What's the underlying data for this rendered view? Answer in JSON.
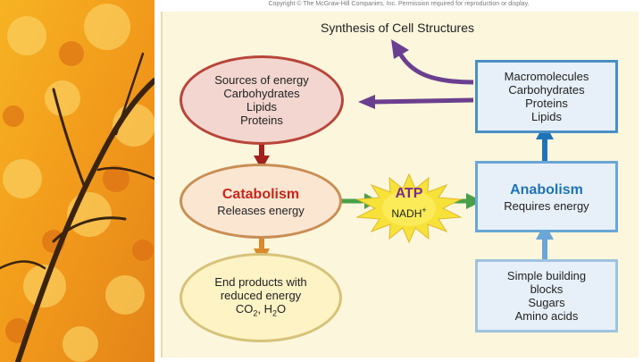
{
  "copyright": "Copyright © The McGraw-Hill Companies, Inc. Permission required for reproduction or display.",
  "title": "Synthesis of Cell Structures",
  "sources": {
    "lines": [
      "Sources of energy",
      "Carbohydrates",
      "Lipids",
      "Proteins"
    ]
  },
  "catabolism": {
    "heading": "Catabolism",
    "text": "Releases energy"
  },
  "end_products": {
    "lines": [
      "End products with",
      "reduced energy"
    ],
    "formula_a": "CO",
    "formula_a_sub": "2",
    "formula_sep": ", ",
    "formula_b": "H",
    "formula_b_sub": "2",
    "formula_b_end": "O"
  },
  "macromolecules": {
    "lines": [
      "Macromolecules",
      "Carbohydrates",
      "Proteins",
      "Lipids"
    ]
  },
  "anabolism": {
    "heading": "Anabolism",
    "text": "Requires energy"
  },
  "building_blocks": {
    "lines": [
      "Simple building",
      "blocks",
      "Sugars",
      "Amino acids"
    ]
  },
  "atp": {
    "label": "ATP",
    "nadh": "NADH",
    "nadh_sup": "+"
  },
  "colors": {
    "purple": "#6b3f8f",
    "red": "#a3201e",
    "orange": "#d98a2a",
    "blue": "#1f73b8",
    "light_blue": "#6aa6d6",
    "green": "#4aa04a",
    "sun": "#f7e23a"
  }
}
